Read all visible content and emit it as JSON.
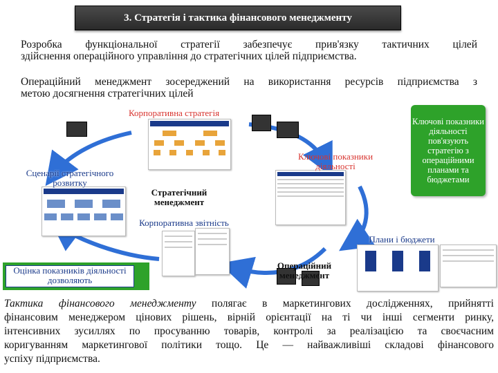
{
  "title": "3. Стратегія і тактика фінансового менеджменту",
  "para1": {
    "line1": "Розробка функціональної стратегії забезпечує прив'язку тактичних цілей",
    "line2": "здійснення операційного управління до стратегічних цілей підприємства."
  },
  "para2": {
    "line1": "Операційний менеджмент зосереджений на використання ресурсів підприємства з",
    "line2": "метою досягнення стратегічних цілей"
  },
  "diagram": {
    "corporate_strategy": "Корпоративна стратегія",
    "scenarios": "Сценарії стратегічного розвитку",
    "strategic_management": "Стратегічний менеджмент",
    "key_indicators": "Ключові показники діяльності",
    "corporate_reporting": "Корпоративна звітність",
    "plans_budgets": "Плани і бюджети",
    "operational_management": "Операційний менеджмент",
    "evaluation": "Оцінка показників діяльності дозволяють",
    "callout": "Ключові показники діяльності пов'язують стратегію з операційними планами та бюджетами"
  },
  "bottom": {
    "line1_italic": "Тактика фінансового менеджменту",
    "line1_rest": " полягає в маркетингових дослідженнях, прийнятті",
    "line2": "фінансовим менеджером цінових рішень, вірній орієнтації на ті чи інші сегменти ринку,",
    "line3": "інтенсивних зусиллях по просуванню товарів, контролі за реалізацією та своєчасним",
    "line4": "коригуванням маркетингової політики тощо. Це — найважливіші складові фінансового",
    "line5": "успіху підприємства."
  },
  "colors": {
    "accent_green": "#2ea22a",
    "label_red": "#d8342f",
    "label_blue": "#1a3a8a",
    "arrow_blue": "#2f6fd6"
  }
}
